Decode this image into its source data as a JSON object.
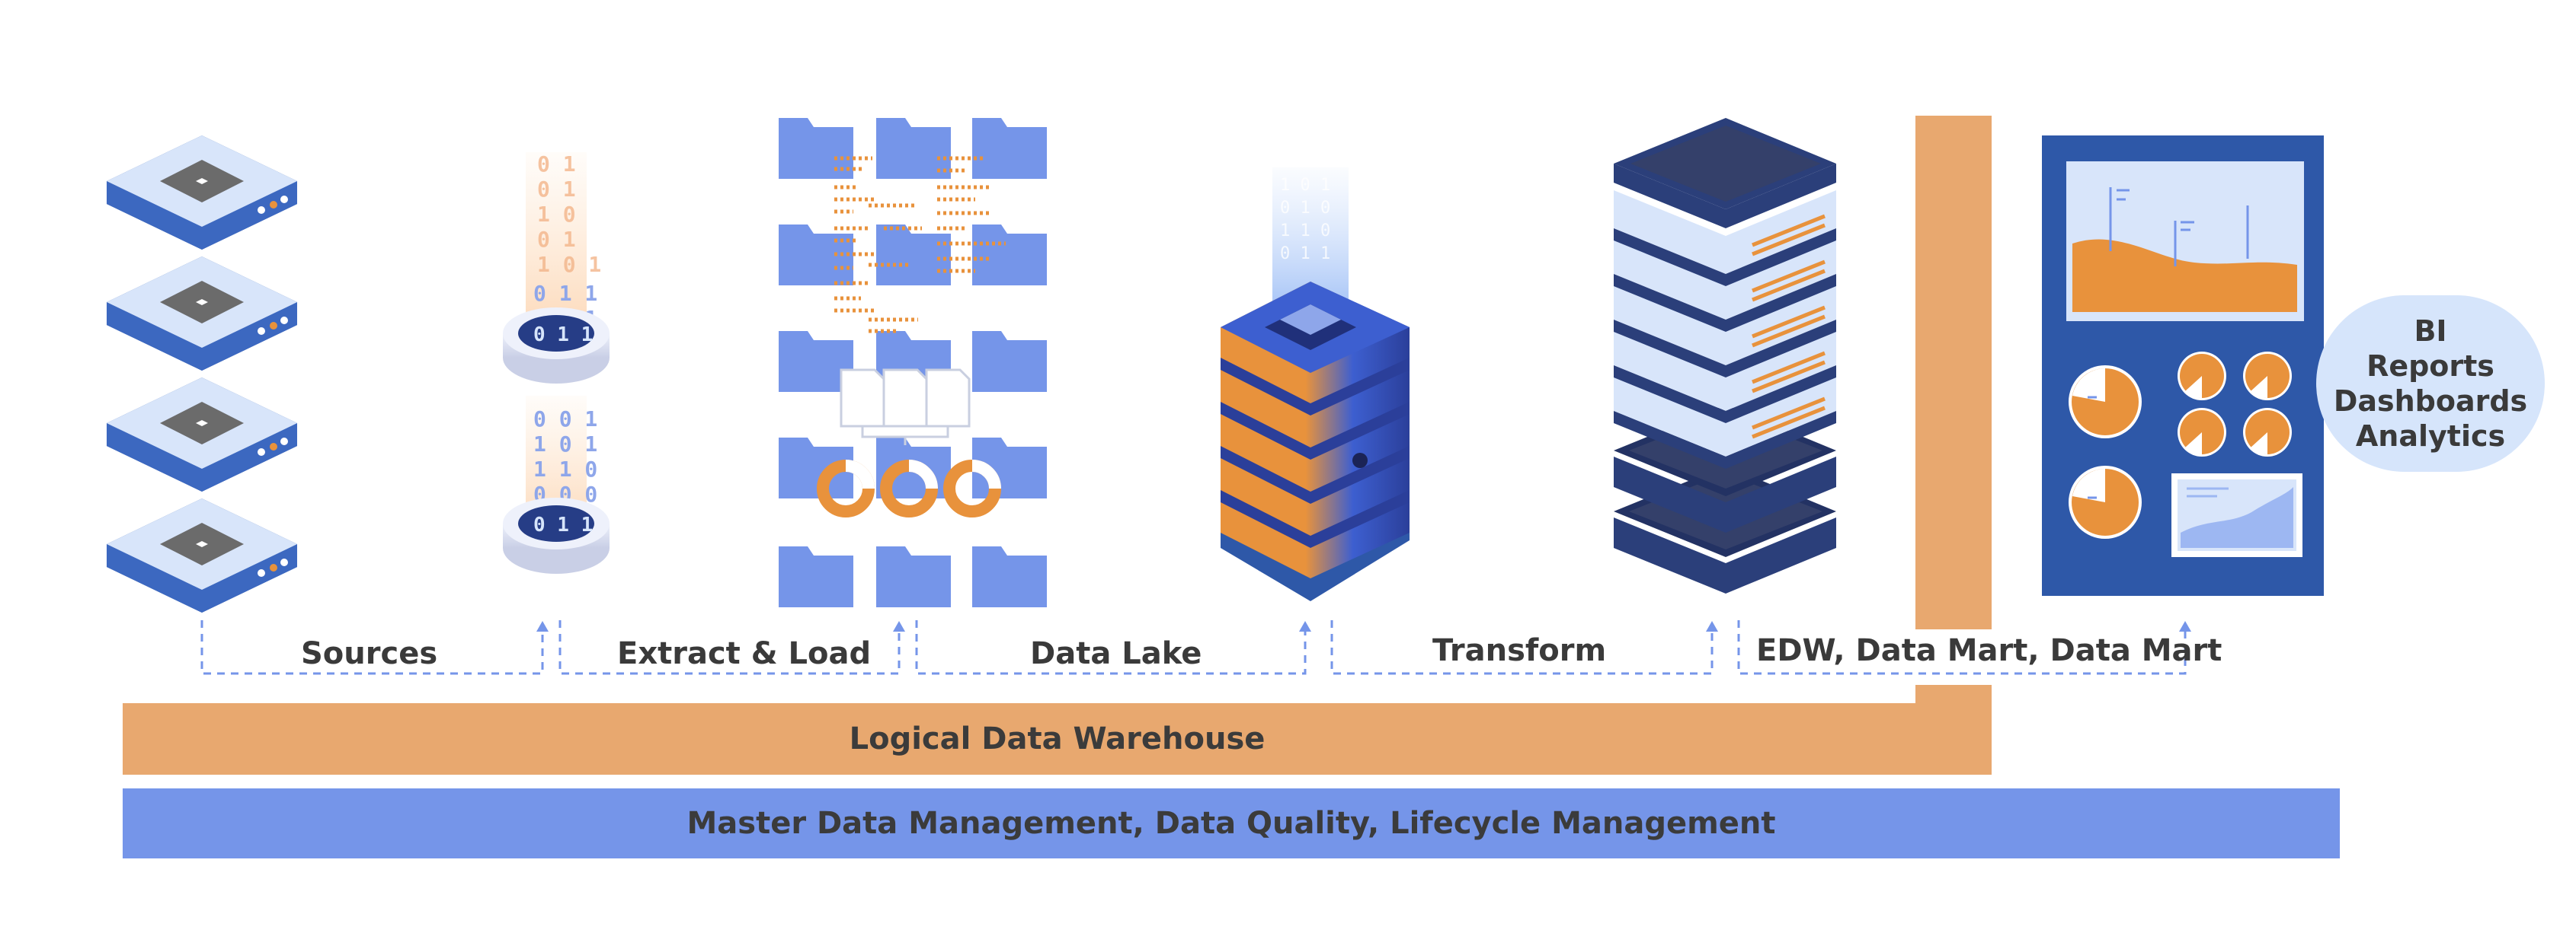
{
  "stages": [
    {
      "id": "sources",
      "label": "Sources"
    },
    {
      "id": "extract-load",
      "label": "Extract & Load"
    },
    {
      "id": "data-lake",
      "label": "Data Lake"
    },
    {
      "id": "transform",
      "label": "Transform"
    },
    {
      "id": "edw",
      "label": "EDW, Data Mart, Data Mart"
    }
  ],
  "bands": {
    "logical_dw": "Logical Data Warehouse",
    "mdm": "Master Data Management, Data Quality, Lifecycle Management"
  },
  "bi_outputs": [
    "BI",
    "Reports",
    "Dashboards",
    "Analytics"
  ],
  "icons": [
    "server-icon",
    "data-stream-icon",
    "folder-icon",
    "document-icon",
    "donut-chart-icon",
    "data-lake-stack-icon",
    "server-rack-icon",
    "dashboard-icon"
  ],
  "colors": {
    "orange": "#e8a86f",
    "orange_dark": "#e8923c",
    "blue": "#7595e9",
    "blue_dark": "#2e58a8",
    "navy": "#2b3f7a",
    "light_blue": "#d6e5fb",
    "text": "#3a3a3a"
  }
}
